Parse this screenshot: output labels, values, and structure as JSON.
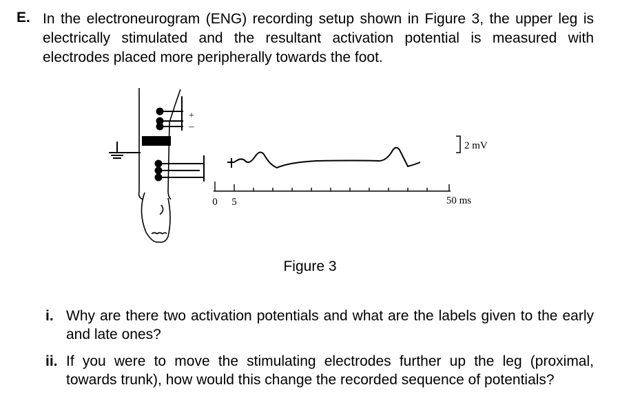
{
  "question": {
    "letter": "E.",
    "text": "In the electroneurogram (ENG) recording setup shown in Figure 3, the upper leg is electrically stimulated and the resultant activation potential is measured with electrodes placed more peripherally towards the foot."
  },
  "figure": {
    "plus_label": "+",
    "minus_label": "–",
    "scale_bar_label": "2 mV",
    "axis_tick_labels": [
      "0",
      "5",
      "50 ms"
    ],
    "caption": "Figure 3"
  },
  "subquestions": [
    {
      "number": "i.",
      "text": "Why are there two activation potentials and what are the labels given to the early and late ones?"
    },
    {
      "number": "ii.",
      "text": "If you were to move the stimulating electrodes further up the leg (proximal, towards trunk), how would this change the recorded sequence of potentials?"
    }
  ]
}
